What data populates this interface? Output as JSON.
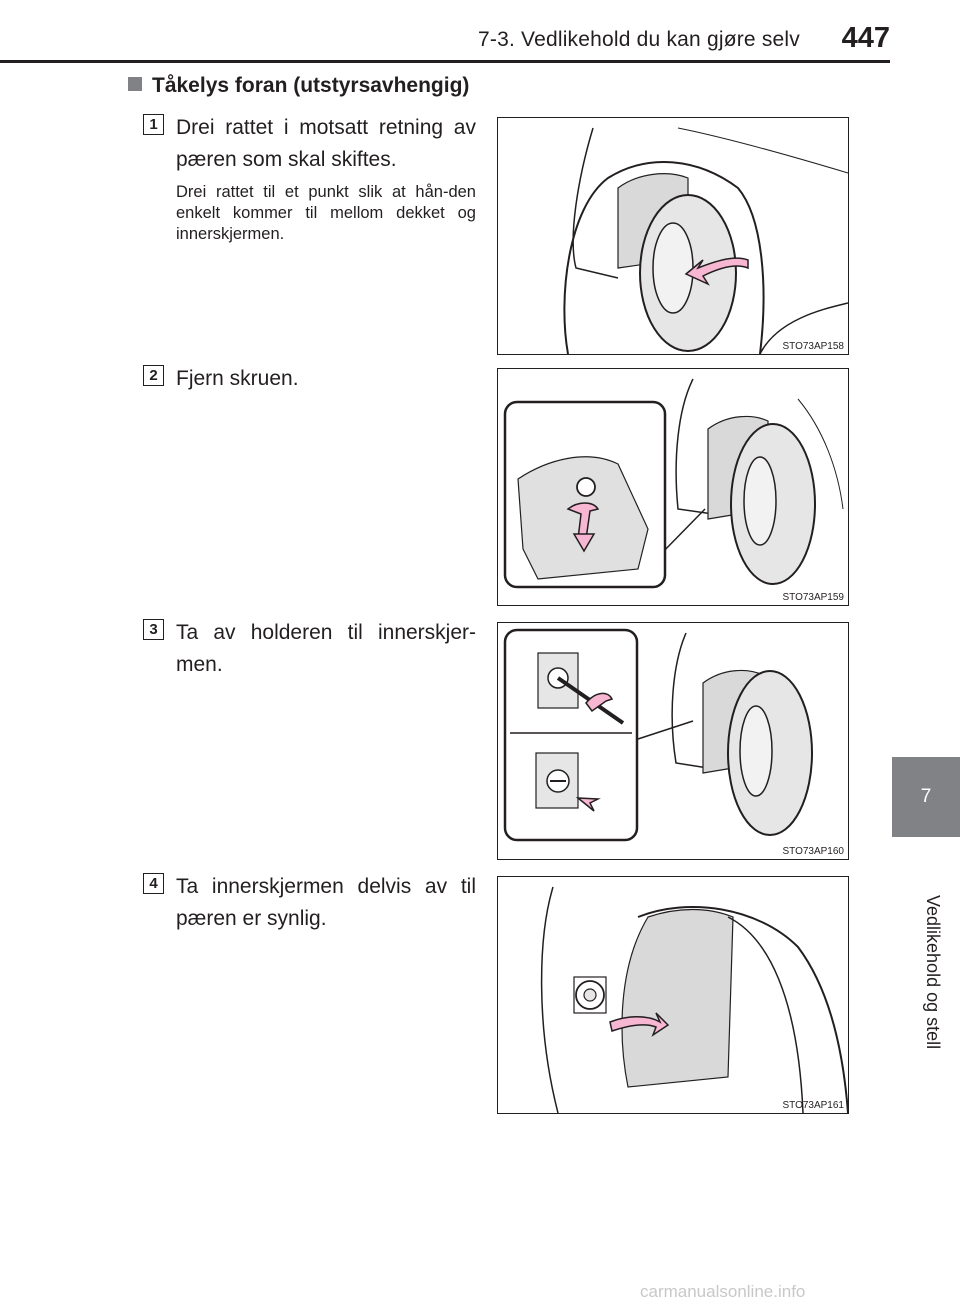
{
  "header": {
    "title": "7-3. Vedlikehold du kan gjøre selv",
    "page_number": "447"
  },
  "side_tab": {
    "number": "7",
    "label": "Vedlikehold og stell"
  },
  "section": {
    "heading": "Tåkelys foran (utstyrsavhengig)"
  },
  "steps": [
    {
      "number": "1",
      "text": "Drei rattet i motsatt retning av pæren som skal skiftes.",
      "subtext": "Drei rattet til et punkt slik at hån-den enkelt kommer til mellom dekket og innerskjermen.",
      "figure_code": "STO73AP158"
    },
    {
      "number": "2",
      "text": "Fjern skruen.",
      "figure_code": "STO73AP159"
    },
    {
      "number": "3",
      "text": "Ta av holderen til innerskjer-men.",
      "figure_code": "STO73AP160"
    },
    {
      "number": "4",
      "text": "Ta innerskjermen delvis av til pæren er synlig.",
      "figure_code": "STO73AP161"
    }
  ],
  "footer": {
    "watermark": "carmanualsonline.info"
  },
  "colors": {
    "text": "#231f20",
    "tab": "#808285",
    "arrow": "#f7b6d2",
    "watermark": "#c8c8c8"
  }
}
